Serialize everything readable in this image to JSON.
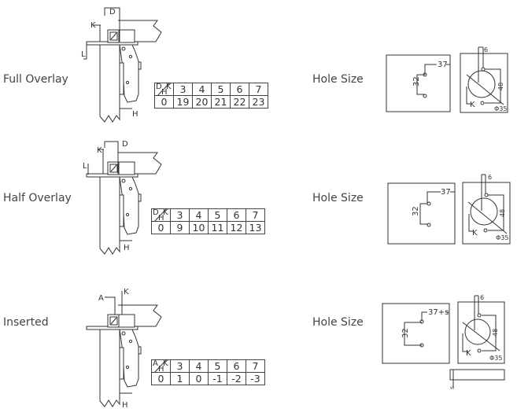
{
  "sections": [
    {
      "name": "Full Overlay",
      "hole_label": "Hole Size",
      "drawing_labels": {
        "top": "D",
        "side": "K",
        "left": "L",
        "bottom": "H"
      },
      "table": {
        "corner": [
          "D",
          "H",
          "K"
        ],
        "k_values": [
          "3",
          "4",
          "5",
          "6",
          "7"
        ],
        "h_row_label": "0",
        "values": [
          "19",
          "20",
          "21",
          "22",
          "23"
        ]
      },
      "hole": {
        "horiz": "37",
        "vert": "32",
        "top": "6",
        "side": "48",
        "k": "K",
        "dia": "Φ35"
      }
    },
    {
      "name": "Half Overlay",
      "hole_label": "Hole Size",
      "drawing_labels": {
        "top": "D",
        "side": "K",
        "left": "L",
        "bottom": "H"
      },
      "table": {
        "corner": [
          "D",
          "H",
          "K"
        ],
        "k_values": [
          "3",
          "4",
          "5",
          "6",
          "7"
        ],
        "h_row_label": "0",
        "values": [
          "9",
          "10",
          "11",
          "12",
          "13"
        ]
      },
      "hole": {
        "horiz": "37",
        "vert": "32",
        "top": "6",
        "side": "48",
        "k": "K",
        "dia": "Φ35"
      }
    },
    {
      "name": "Inserted",
      "hole_label": "Hole Size",
      "drawing_labels": {
        "top": "A",
        "side": "K",
        "bottom": "H"
      },
      "table": {
        "corner": [
          "A",
          "H",
          "K"
        ],
        "k_values": [
          "3",
          "4",
          "5",
          "6",
          "7"
        ],
        "h_row_label": "0",
        "values": [
          "1",
          "0",
          "-1",
          "-2",
          "-3"
        ]
      },
      "hole": {
        "horiz": "37+s",
        "vert": "32",
        "top": "6",
        "side": "48",
        "k": "K",
        "dia": "Φ35",
        "s": "s"
      }
    }
  ]
}
